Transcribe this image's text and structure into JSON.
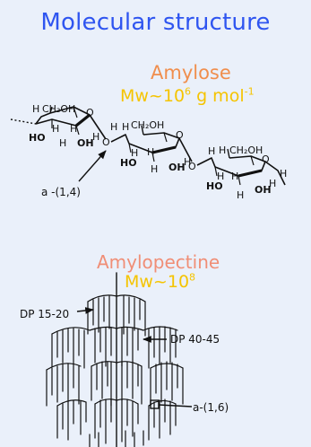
{
  "title": "Molecular structure",
  "amylose": {
    "name": "Amylose",
    "mw_prefix": "Mw~10",
    "mw_exp": "6",
    "mw_unit": " g mol",
    "mw_unit_exp": "-1",
    "linkage": "a -(1,4)"
  },
  "atoms": {
    "h": "H",
    "ch2oh": "CH₂OH",
    "ho": "HO",
    "oh": "OH",
    "o": "O"
  },
  "amylopectine": {
    "name": "Amylopectine",
    "mw_prefix": "Mw~10",
    "mw_exp": "8",
    "dp_short": "DP 15-20",
    "dp_long": "DP 40-45",
    "linkage": "a-(1,6)"
  },
  "colors": {
    "title": "#2f55f0",
    "name": "#f08e4d",
    "mw": "#f5c400",
    "background": "#eaf0fa",
    "ink": "#111111"
  }
}
